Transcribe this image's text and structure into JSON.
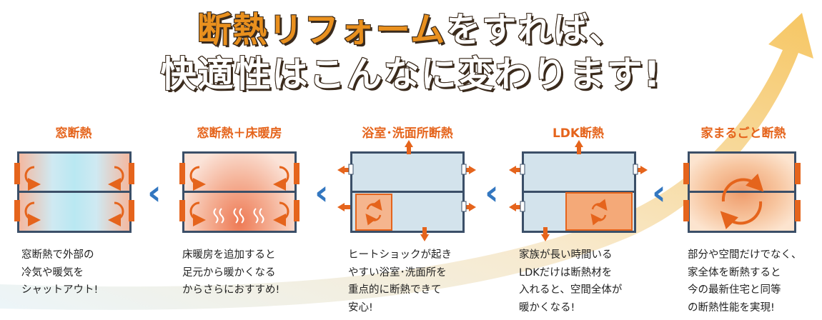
{
  "title": {
    "line1_accent": "断熱リフォーム",
    "line1_rest": "をすれば、",
    "line2": "快適性はこんなに変わります!"
  },
  "panels": [
    {
      "title": "窓断熱",
      "description": "窓断熱で外部の\n冷気や暖気を\nシャットアウト!"
    },
    {
      "title": "窓断熱＋床暖房",
      "description": "床暖房を追加すると\n足元から暖かくなる\nからさらにおすすめ!"
    },
    {
      "title": "浴室･洗面所断熱",
      "description": "ヒートショックが起き\nやすい浴室･洗面所を\n重点的に断熱できて\n安心!"
    },
    {
      "title": "LDK断熱",
      "description": "家族が長い時間いる\nLDKだけは断熱材を\n入れると、空間全体が\n暖かくなる!"
    },
    {
      "title": "家まるごと断熱",
      "description": "部分や空間だけでなく、\n家全体を断熱すると\n今の最新住宅と同等\nの断熱性能を実現!"
    }
  ],
  "chevron_glyph": "‹",
  "colors": {
    "accent_orange": "#e5641c",
    "wall": "#3b4f68",
    "chevron": "#3377c0",
    "title_accent": "#e9901e"
  }
}
